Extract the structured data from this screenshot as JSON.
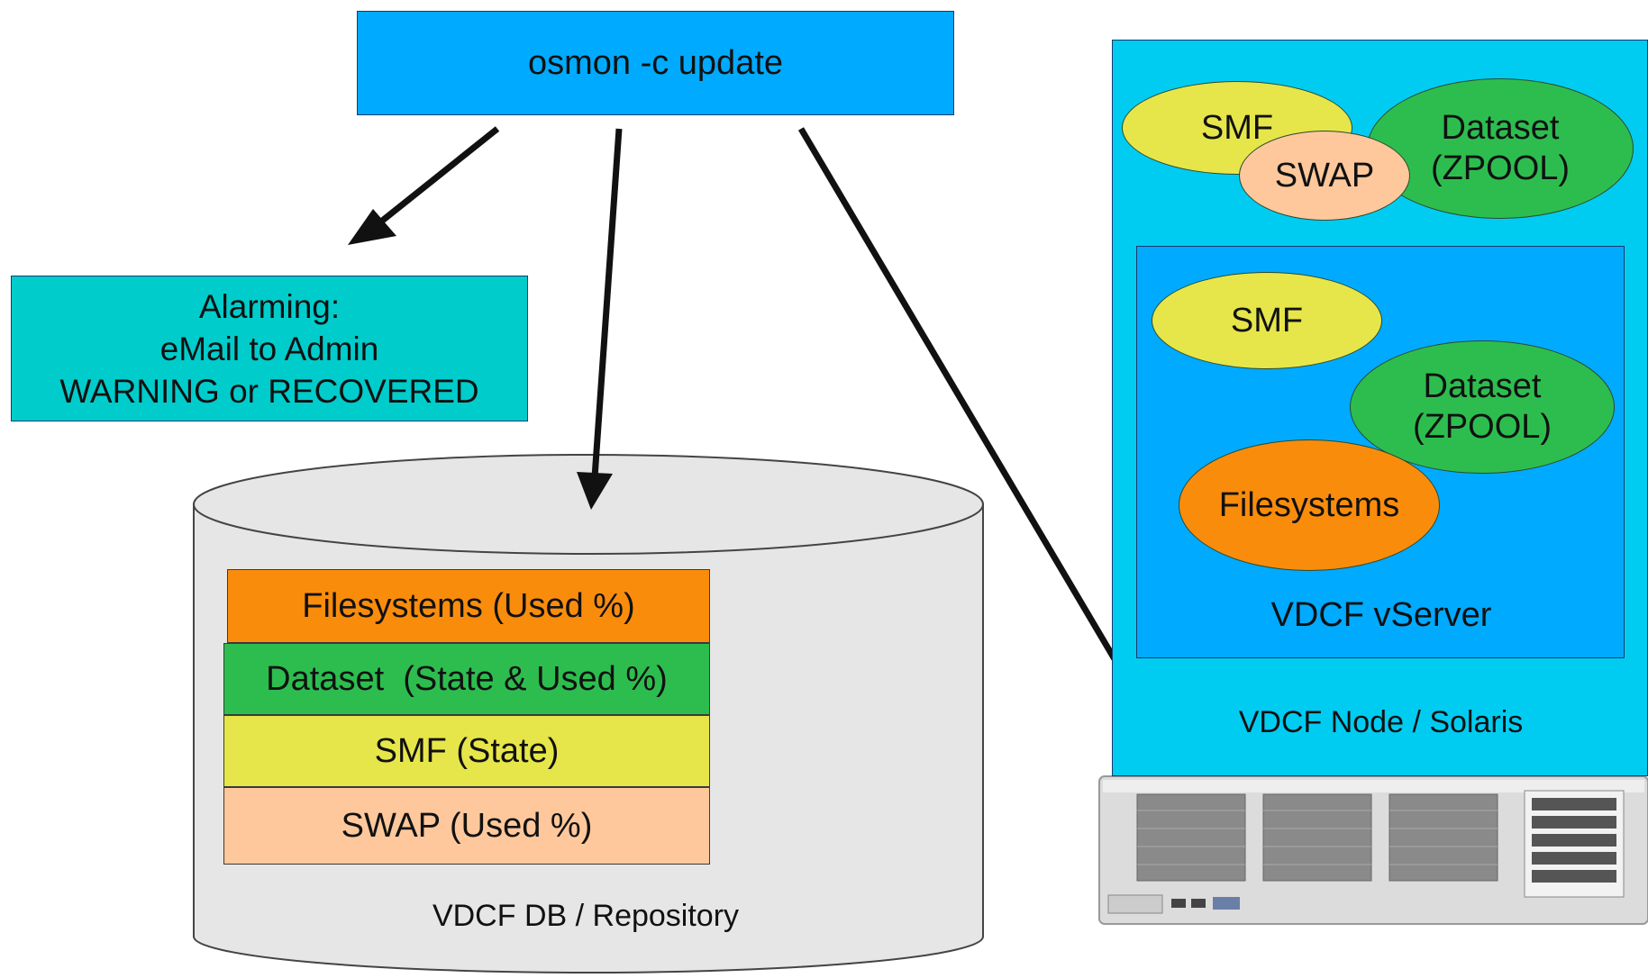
{
  "command": {
    "label": "osmon -c update"
  },
  "alarming": {
    "lines": [
      "Alarming:",
      "eMail to Admin",
      "WARNING or RECOVERED"
    ]
  },
  "repository": {
    "label": "VDCF DB / Repository",
    "layers": [
      {
        "label": "Filesystems (Used %)",
        "color": "#fa8c0c"
      },
      {
        "label": "Dataset  (State & Used %)",
        "color": "#2dbd4f"
      },
      {
        "label": "SMF (State)",
        "color": "#e6e64a"
      },
      {
        "label": "SWAP (Used %)",
        "color": "#fec89c"
      }
    ]
  },
  "node": {
    "label": "VDCF Node / Solaris",
    "color": "#00ccf2",
    "smf": "SMF",
    "swap": "SWAP",
    "dataset": [
      "Dataset",
      "(ZPOOL)"
    ]
  },
  "vserver": {
    "label": "VDCF vServer",
    "color": "#00aaff",
    "smf": "SMF",
    "dataset": [
      "Dataset",
      "(ZPOOL)"
    ],
    "filesystems": "Filesystems"
  }
}
